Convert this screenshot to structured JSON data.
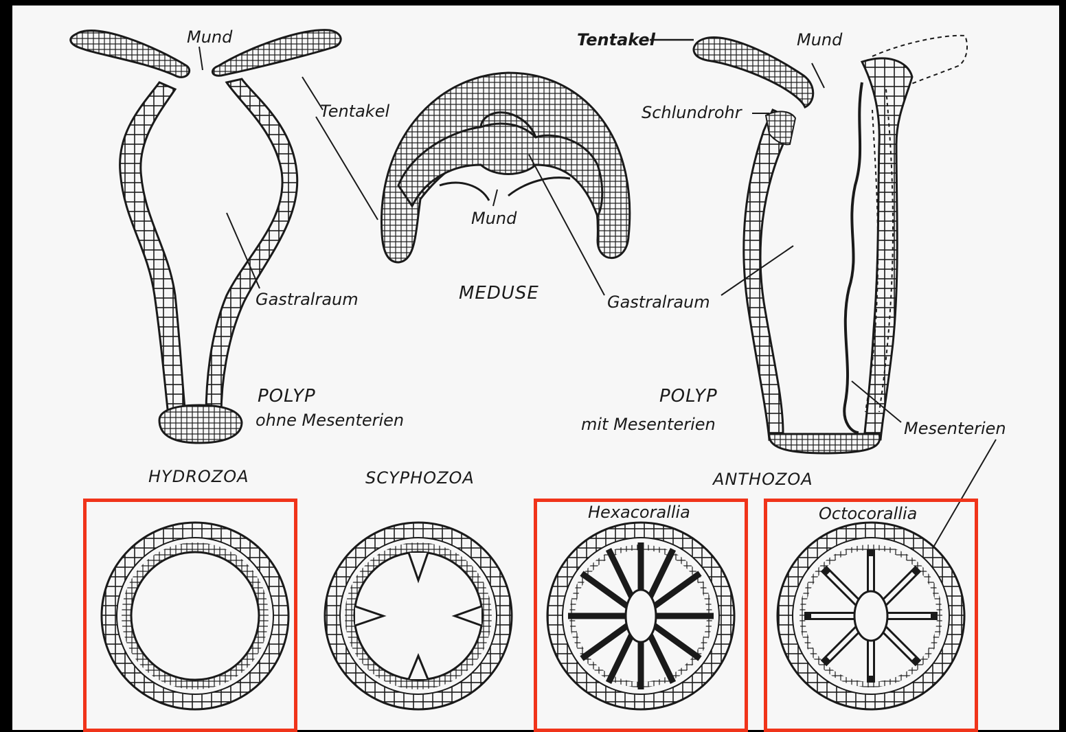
{
  "colors": {
    "paper": "#f7f7f7",
    "ink": "#1a1a1a",
    "highlight": "#f0341a",
    "frame": "#000000"
  },
  "labels": {
    "mund_left": "Mund",
    "tentakel_left": "Tentakel",
    "gastralraum_left": "Gastralraum",
    "polyp_left": "POLYP",
    "polyp_left_sub": "ohne Mesenterien",
    "mund_center": "Mund",
    "meduse": "MEDUSE",
    "gastralraum_center": "Gastralraum",
    "tentakel_right": "Tentakel",
    "mund_right": "Mund",
    "schlundrohr": "Schlundrohr",
    "polyp_right": "POLYP",
    "polyp_right_sub": "mit Mesenterien",
    "mesenterien": "Mesenterien"
  },
  "groups": {
    "hydrozoa": "HYDROZOA",
    "scyphozoa": "SCYPHOZOA",
    "anthozoa": "ANTHOZOA"
  },
  "sections": {
    "hexacorallia": "Hexacorallia",
    "octocorallia": "Octocorallia"
  },
  "highlighted": [
    "hydrozoa-cross-section",
    "hexacorallia-cross-section",
    "octocorallia-cross-section"
  ]
}
